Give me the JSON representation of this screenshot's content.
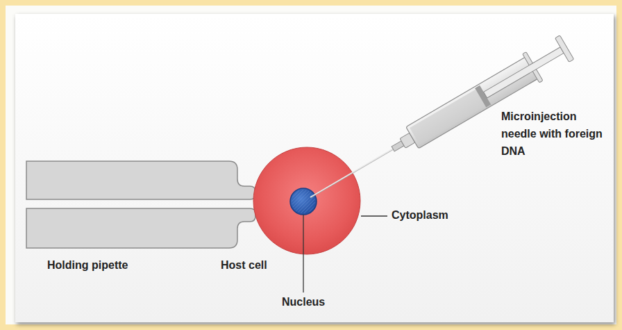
{
  "diagram": {
    "labels": [
      "Microinjection needle with foreign DNA",
      "Cytoplasm",
      "Holding pipette",
      "Host cell",
      "Nucleus"
    ]
  }
}
